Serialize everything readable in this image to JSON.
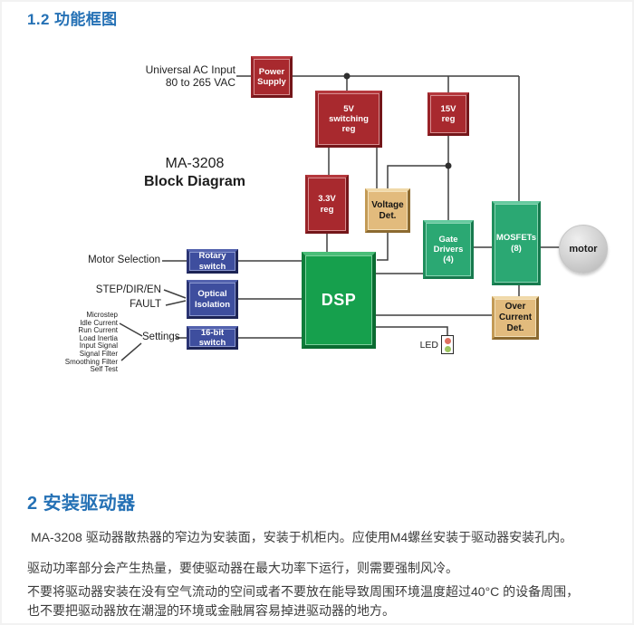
{
  "page": {
    "section1_title": "1.2  功能框图",
    "section2_title": "2  安装驱动器",
    "paragraphs": [
      "MA-3208 驱动器散热器的窄边为安装面，安装于机柜内。应使用M4螺丝安装于驱动器安装孔内。",
      "驱动功率部分会产生热量，要使驱动器在最大功率下运行，则需要强制风冷。",
      "不要将驱动器安装在没有空气流动的空间或者不要放在能导致周围环境温度超过40°C 的设备周围，",
      "也不要把驱动器放在潮湿的环境或金融屑容易掉进驱动器的地方。"
    ]
  },
  "diagram": {
    "title_line1": "MA-3208",
    "title_line2": "Block Diagram",
    "labels": {
      "ac_input_line1": "Universal AC Input",
      "ac_input_line2": "80 to 265 VAC",
      "motor_selection": "Motor Selection",
      "step_dir_en": "STEP/DIR/EN",
      "fault": "FAULT",
      "settings": "Settings",
      "settings_items": [
        "Microstep",
        "Idle Current",
        "Run Current",
        "Load Inertia",
        "Input Signal",
        "Signal Filter",
        "Smoothing Filter",
        "Self Test"
      ],
      "led": "LED"
    },
    "blocks": {
      "power_supply": "Power\nSupply",
      "reg_5v": "5V\nswitching\nreg",
      "reg_15v": "15V\nreg",
      "reg_3_3v": "3.3V\nreg",
      "voltage_det": "Voltage\nDet.",
      "rotary_switch": "Rotary\nswitch",
      "optical_isolation": "Optical\nIsolation",
      "switch_16bit": "16-bit\nswitch",
      "dsp": "DSP",
      "gate_drivers": "Gate\nDrivers\n(4)",
      "mosfets": "MOSFETs\n(8)",
      "over_current_det": "Over\nCurrent\nDet.",
      "motor": "motor"
    },
    "colors": {
      "heading_blue": "#2571B5",
      "regulator_red": "#A8292E",
      "switch_blue": "#3E4E9E",
      "detector_tan": "#E2BB7D",
      "dsp_green": "#16A04D",
      "driver_green": "#2BA873",
      "wire": "#3F3F3F",
      "led_red": "#DF7160",
      "led_green": "#9DC45F"
    }
  }
}
